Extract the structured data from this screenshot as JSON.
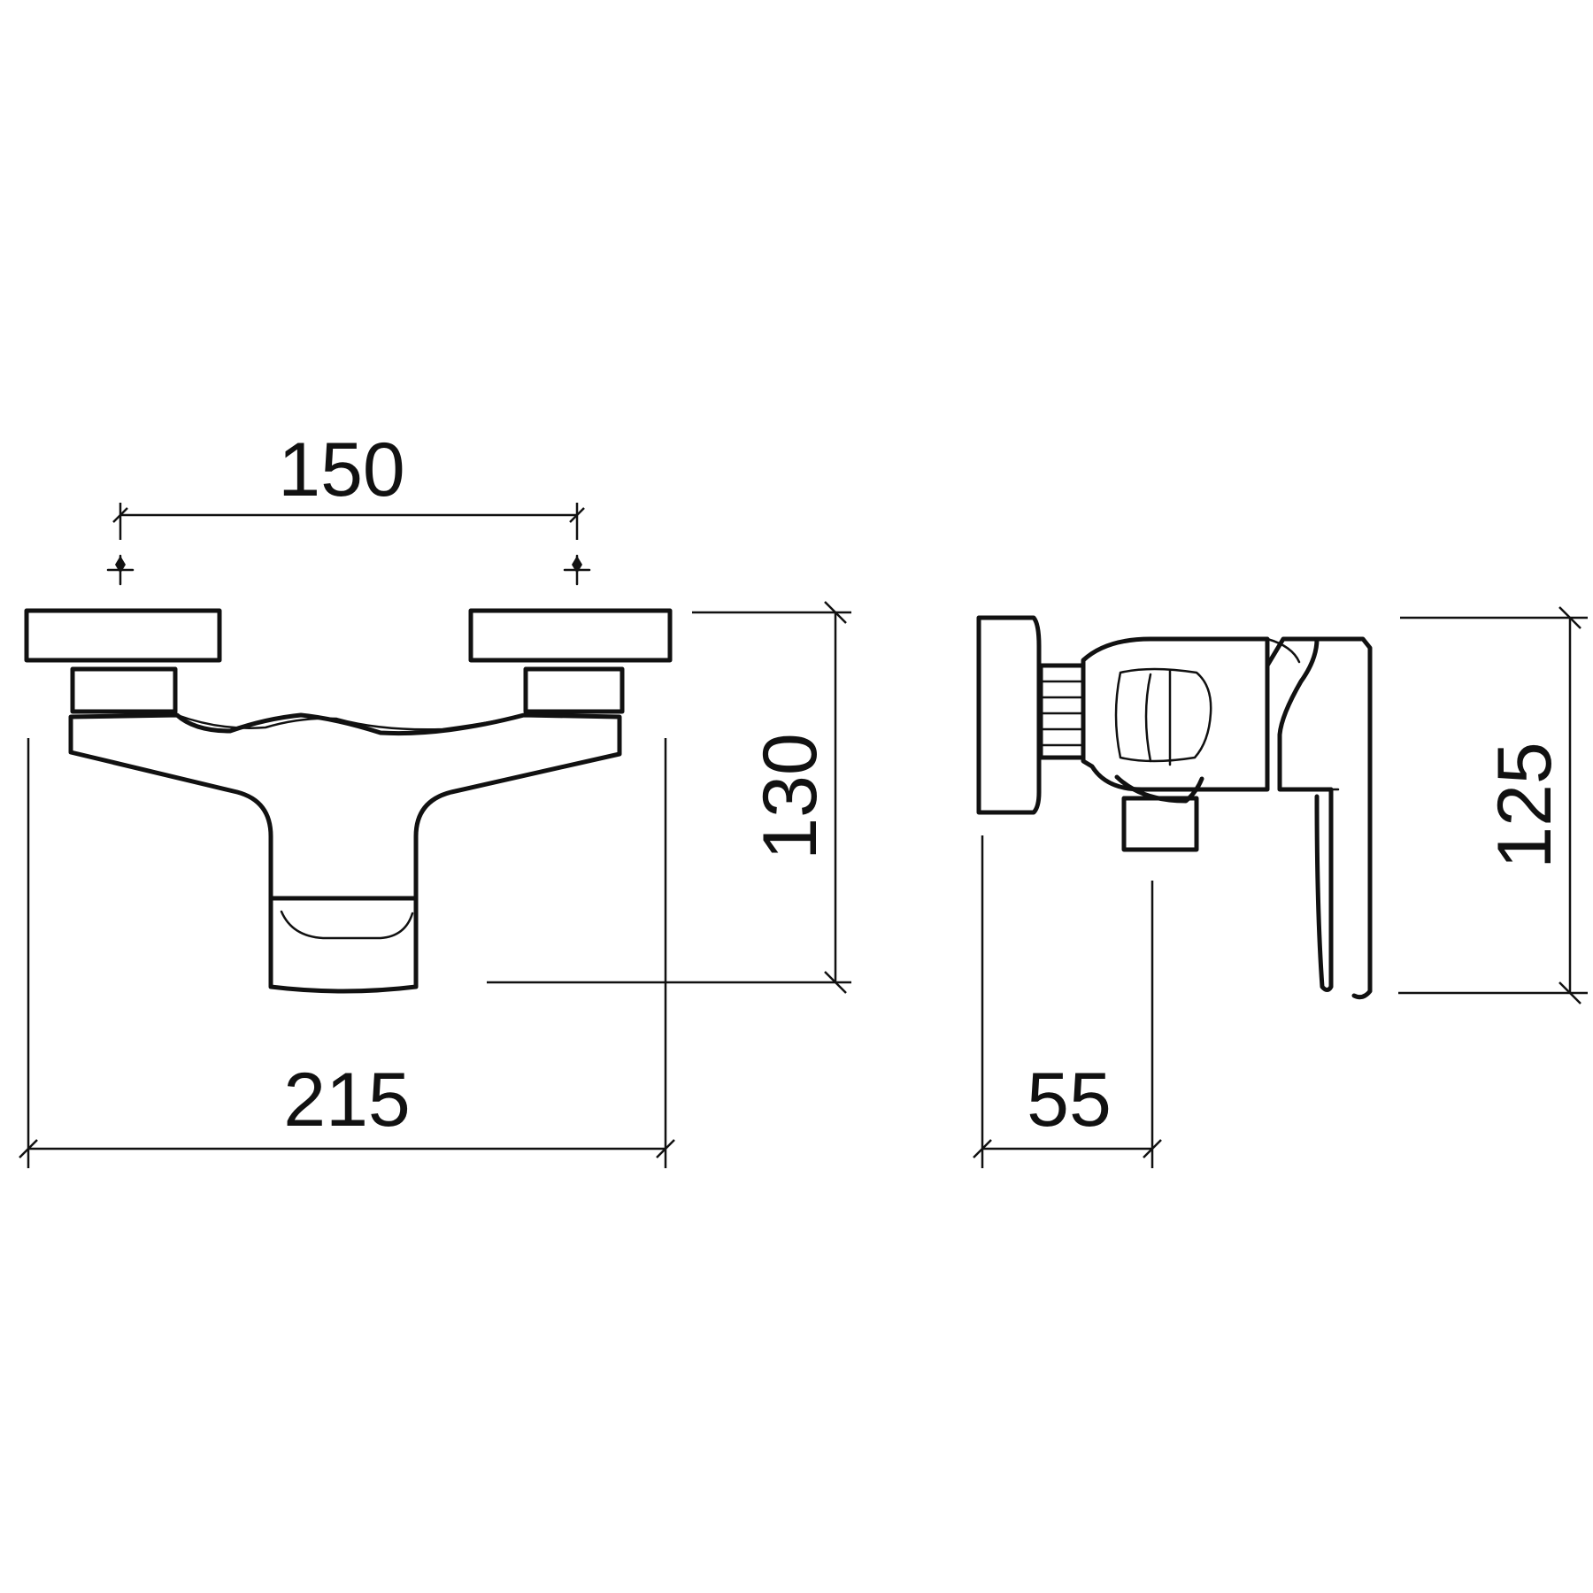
{
  "dimensions": {
    "hole_spacing": "150",
    "overall_width": "215",
    "front_height": "130",
    "side_height": "125",
    "projection": "55"
  },
  "colors": {
    "line": "#111111",
    "background": "#ffffff"
  }
}
